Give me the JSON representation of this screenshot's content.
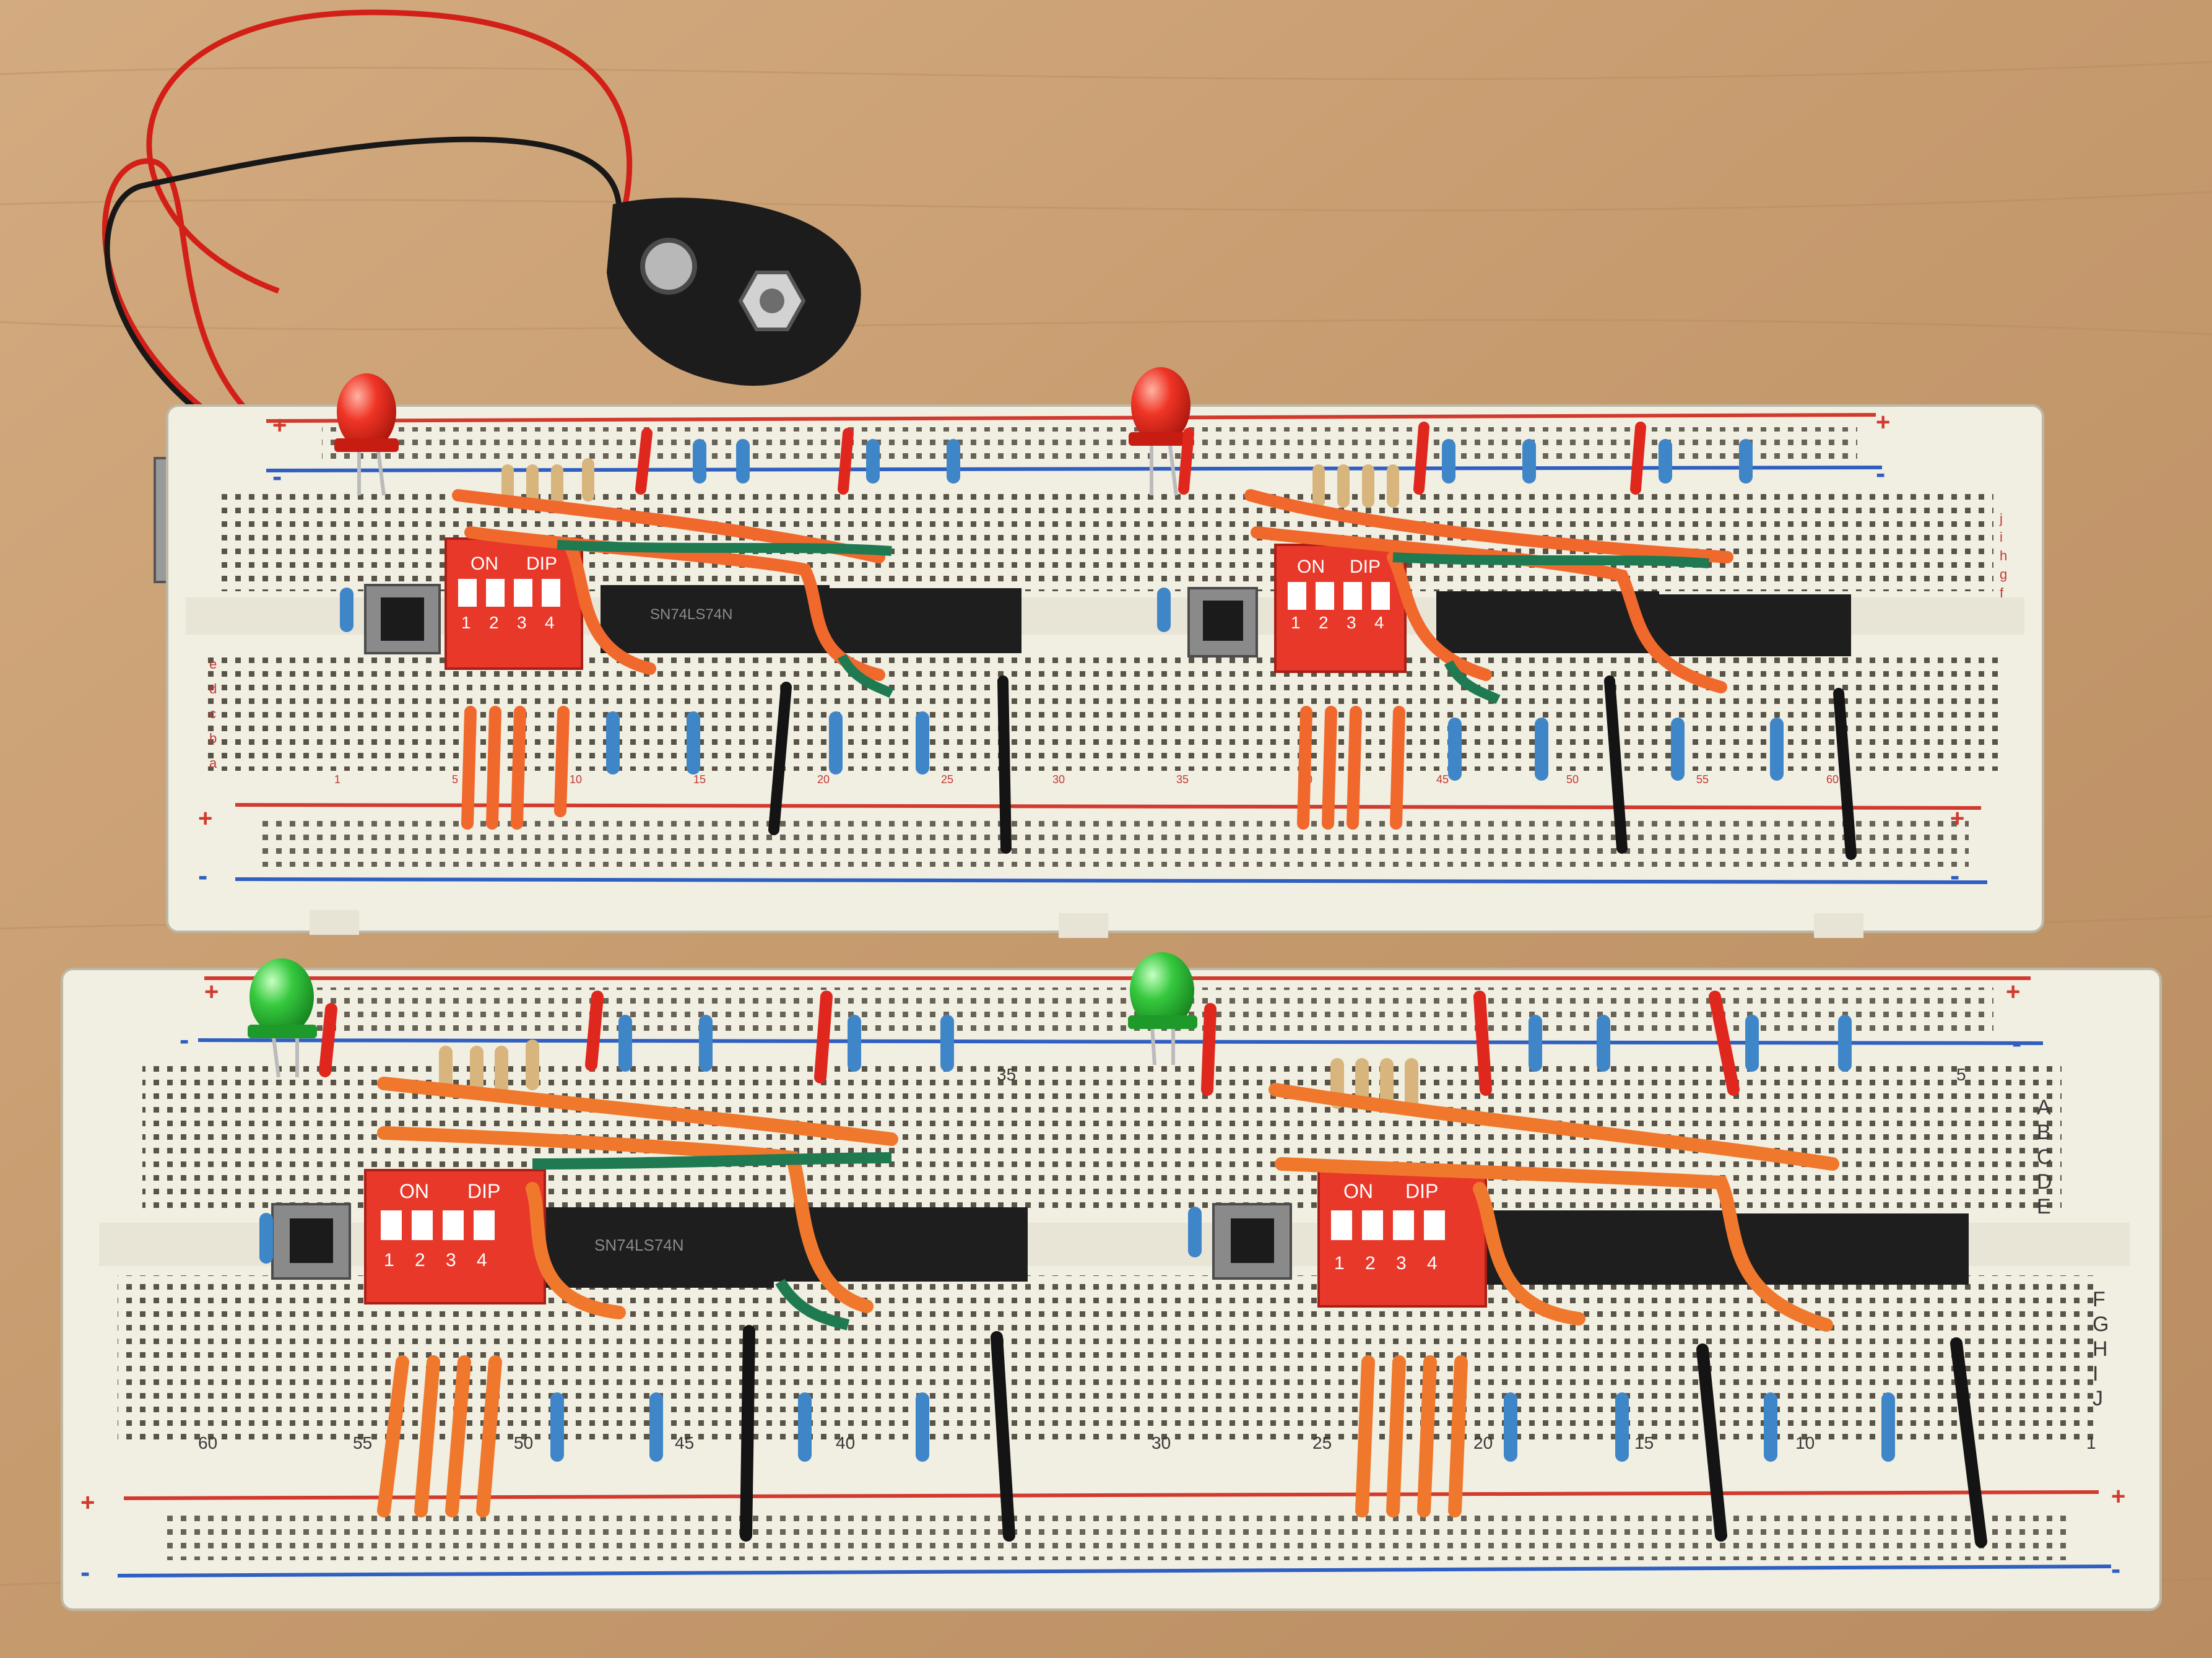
{
  "scene": {
    "table_color": "#c9a074",
    "breadboard_color": "#efebde",
    "rail_red": "#d23a2e",
    "rail_blue": "#2f5fc0"
  },
  "boards": [
    {
      "id": "top",
      "rail_signs": [
        "+",
        "-",
        "+",
        "-",
        "+",
        "-",
        "+",
        "-"
      ],
      "row_letters": [
        "j",
        "i",
        "h",
        "g",
        "f",
        "e",
        "d",
        "c",
        "b",
        "a"
      ],
      "column_numbers": [
        "1",
        "5",
        "10",
        "15",
        "20",
        "25",
        "30",
        "35",
        "40",
        "45",
        "50",
        "55",
        "60"
      ],
      "led_color": "#e8251c",
      "dip": {
        "on": "ON",
        "dip": "DIP",
        "numbers": [
          "1",
          "2",
          "3",
          "4"
        ]
      },
      "chip_text": "SN74LS74N"
    },
    {
      "id": "bottom",
      "rail_signs": [
        "+",
        "-",
        "+",
        "-",
        "+",
        "-",
        "+",
        "-"
      ],
      "row_letters_top": [
        "A",
        "B",
        "C",
        "D",
        "E"
      ],
      "row_letters_bottom": [
        "F",
        "G",
        "H",
        "I",
        "J"
      ],
      "column_numbers": [
        "60",
        "55",
        "50",
        "45",
        "40",
        "35",
        "30",
        "25",
        "20",
        "15",
        "10",
        "5",
        "1"
      ],
      "led_color": "#2fc43a",
      "dip": {
        "on": "ON",
        "dip": "DIP",
        "numbers": [
          "1",
          "2",
          "3",
          "4"
        ]
      },
      "chip_text": "SN74LS74N"
    }
  ]
}
